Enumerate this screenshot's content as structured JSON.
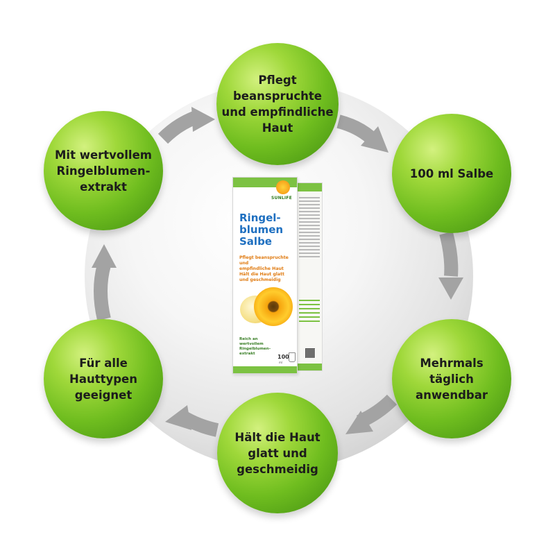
{
  "features": [
    {
      "id": "top",
      "text": "Pflegt\nbeanspruchte\nund empfindliche\nHaut"
    },
    {
      "id": "upper-right",
      "text": "100 ml Salbe"
    },
    {
      "id": "lower-right",
      "text": "Mehrmals\ntäglich\nanwendbar"
    },
    {
      "id": "bottom",
      "text": "Hält die Haut\nglatt und\ngeschmeidig"
    },
    {
      "id": "lower-left",
      "text": "Für alle\nHauttypen\ngeeignet"
    },
    {
      "id": "upper-left",
      "text": "Mit wertvollem\nRingelblumen-\nextrakt"
    }
  ],
  "product": {
    "brand": "SUNLIFE",
    "title": "Ringel-\nblumen\nSalbe",
    "subtitle": "Pflegt beanspruchte und\nempfindliche Haut\nHält die Haut glatt\nund geschmeidig",
    "claim": "Reich an\nwertvollem\nRingelblumen-\nextrakt",
    "quantity": "100",
    "quantity_unit": "ml"
  },
  "colors": {
    "bubble_green": "#6fbd1f",
    "arrow_gray": "#a3a3a3",
    "box_green": "#7cc242",
    "title_blue": "#1e6fc0",
    "subtitle_orange": "#e07b12"
  }
}
